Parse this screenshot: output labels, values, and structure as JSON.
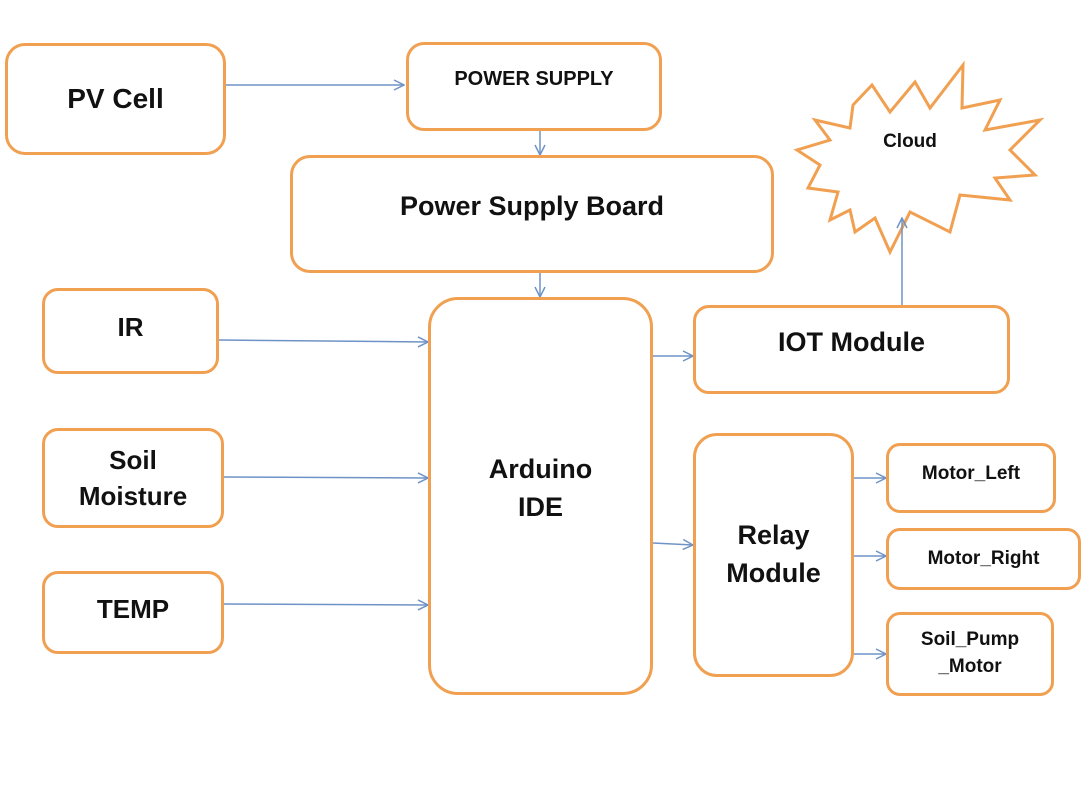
{
  "nodes": {
    "pv_cell": "PV Cell",
    "power_supply": "POWER SUPPLY",
    "power_supply_board": "Power Supply Board",
    "cloud": "Cloud",
    "ir": "IR",
    "soil_moisture": "Soil\nMoisture",
    "temp": "TEMP",
    "arduino": "Arduino\nIDE",
    "iot_module": "IOT Module",
    "relay_module": "Relay\nModule",
    "motor_left": "Motor_Left",
    "motor_right": "Motor_Right",
    "soil_pump_motor": "Soil_Pump\n_Motor"
  },
  "colors": {
    "box_border": "#f0a050",
    "arrow": "#6f93c6",
    "text": "#111111"
  }
}
